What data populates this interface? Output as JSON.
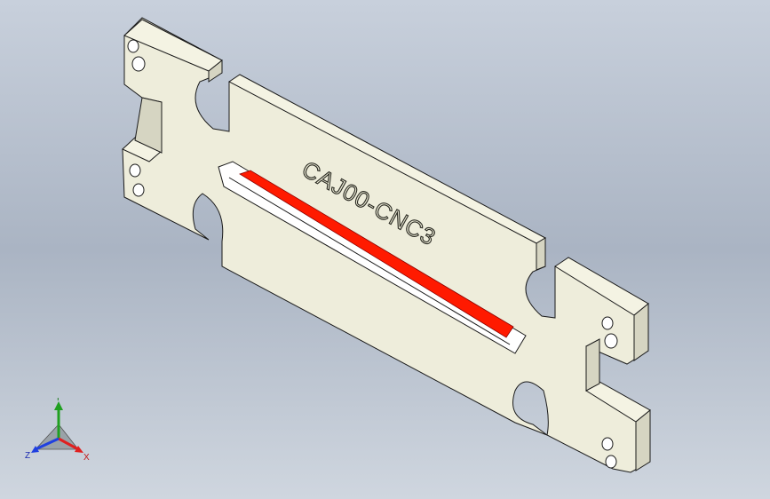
{
  "part": {
    "engraved_text": "CAJ00-CNC3"
  },
  "triad": {
    "x_label": "X",
    "y_label": "Y",
    "z_label": "Z"
  },
  "colors": {
    "background_top": "#c8d0dc",
    "background_mid": "#aab4c3",
    "face": "#eeeddb",
    "side_face": "#d6d5c2",
    "edge": "#1a1a1a",
    "highlight_slot": "#ff1a00",
    "axis_x": "#e02020",
    "axis_y": "#20a020",
    "axis_z": "#2040e0"
  }
}
